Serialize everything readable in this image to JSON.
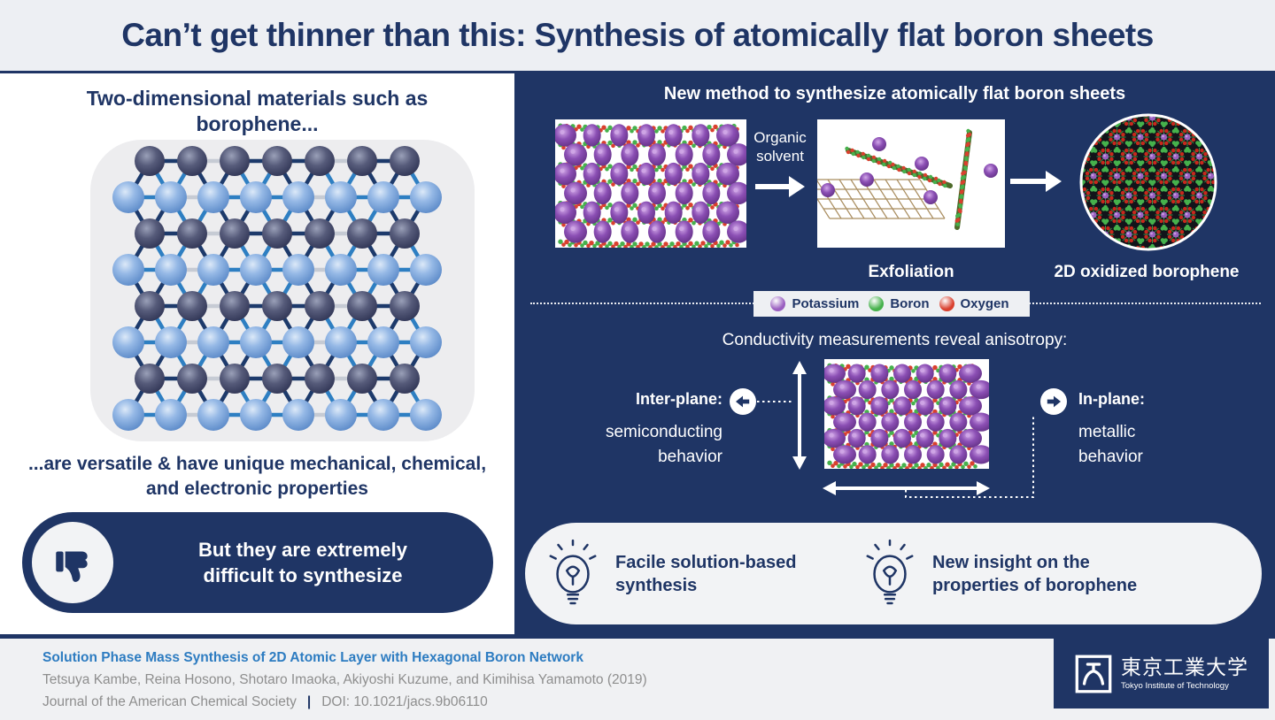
{
  "colors": {
    "navy": "#1f3565",
    "banner_bg": "#edeff3",
    "footer_bg": "#f0f1f3",
    "light_pill": "#f2f3f5",
    "legend_bg": "#eef0f3",
    "link_blue": "#2d7cc1",
    "gray_text": "#8e8e8e",
    "potassium_purple": "#9a5fc0",
    "boron_green": "#46b14c",
    "oxygen_red": "#d9402e",
    "lattice_dark_atom": "#454a68",
    "lattice_light_atom": "#7fa8dc",
    "bond_blue": "#2e7fc2",
    "bond_dark": "#1d3a6b",
    "bond_light": "#c6cbd4",
    "lattice_bg": "#ededef",
    "mesh_tan": "#a98d5f"
  },
  "banner": {
    "title": "Can’t get thinner than this: Synthesis of atomically flat boron sheets"
  },
  "left_panel": {
    "heading": "Two-dimensional materials such as borophene...",
    "subtext": "...are versatile & have unique mechanical, chemical, and electronic properties",
    "pill_text": "But they are extremely difficult to synthesize"
  },
  "right_panel": {
    "heading": "New method to synthesize atomically flat boron sheets",
    "solvent_label": "Organic solvent",
    "exfoliation_label": "Exfoliation",
    "product_label": "2D oxidized borophene",
    "legend": [
      {
        "label": "Potassium",
        "color": "#9a5fc0"
      },
      {
        "label": "Boron",
        "color": "#46b14c"
      },
      {
        "label": "Oxygen",
        "color": "#d9402e"
      }
    ],
    "conductivity": {
      "heading": "Conductivity measurements reveal anisotropy:",
      "inter_plane_label": "Inter-plane:",
      "inter_plane_desc": "semiconducting behavior",
      "in_plane_label": "In-plane:",
      "in_plane_desc": "metallic behavior"
    },
    "highlights": [
      {
        "text": "Facile solution-based synthesis"
      },
      {
        "text": "New insight on the properties of borophene"
      }
    ]
  },
  "footer": {
    "paper_title": "Solution Phase Mass Synthesis of 2D Atomic Layer with Hexagonal Boron Network",
    "authors": "Tetsuya Kambe, Reina Hosono, Shotaro Imaoka, Akiyoshi Kuzume, and Kimihisa Yamamoto (2019)",
    "journal": "Journal of the American Chemical Society",
    "separator": "|",
    "doi": "DOI: 10.1021/jacs.9b06110",
    "logo_jp": "東京工業大学",
    "logo_en": "Tokyo Institute of Technology"
  }
}
